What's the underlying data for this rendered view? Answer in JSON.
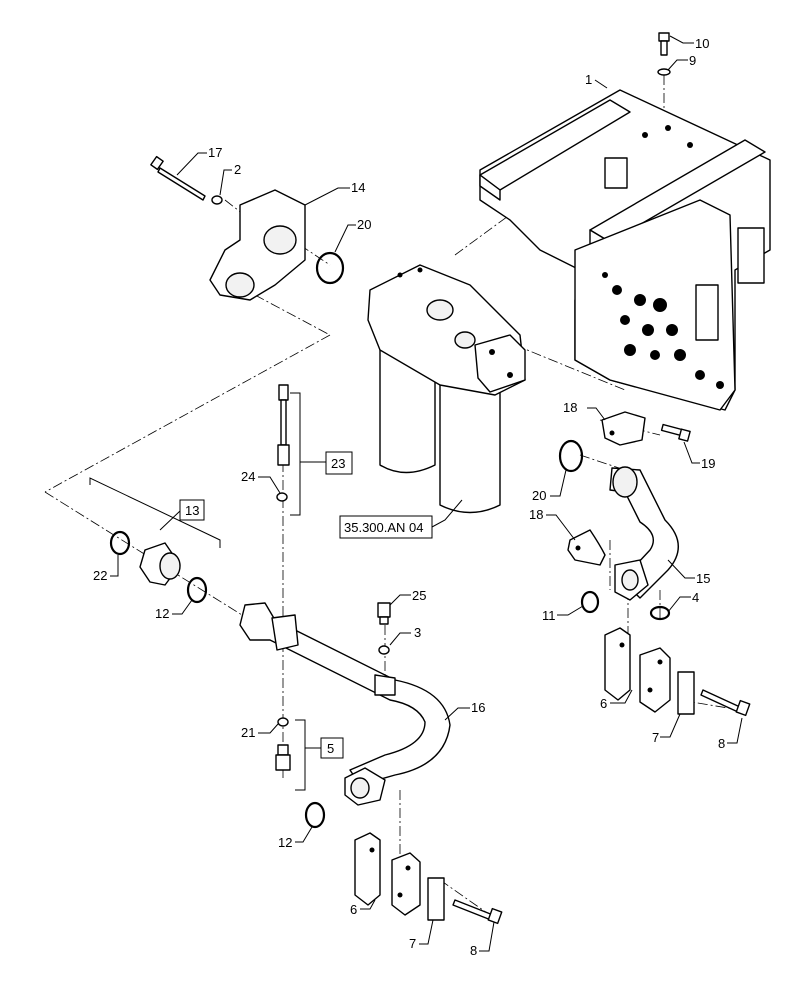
{
  "diagram": {
    "callouts": [
      "10",
      "9",
      "1",
      "17",
      "2",
      "14",
      "20",
      "18",
      "19",
      "23",
      "24",
      "20",
      "18",
      "13",
      "35.300.AN 04",
      "22",
      "12",
      "25",
      "3",
      "15",
      "11",
      "4",
      "6",
      "7",
      "8",
      "16",
      "21",
      "5",
      "12",
      "6",
      "7",
      "8"
    ]
  }
}
